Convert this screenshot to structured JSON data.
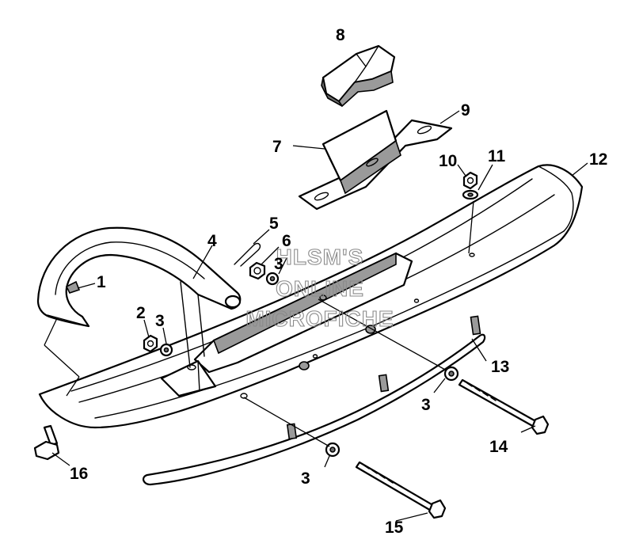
{
  "watermark": {
    "line1": "HLSM'S",
    "line2": "ONLINE",
    "line3": "MICROFICHE"
  },
  "callouts": [
    {
      "key": "c1",
      "label": "1",
      "part": "ski-handle-insert"
    },
    {
      "key": "c2",
      "label": "2",
      "part": "nut"
    },
    {
      "key": "c3a",
      "label": "3",
      "part": "washer"
    },
    {
      "key": "c4",
      "label": "4",
      "part": "ski-loop-handle"
    },
    {
      "key": "c5",
      "label": "5",
      "part": "cotter-pin"
    },
    {
      "key": "c6",
      "label": "6",
      "part": "nut"
    },
    {
      "key": "c3b",
      "label": "3",
      "part": "washer"
    },
    {
      "key": "c7",
      "label": "7",
      "part": "spindle-saddle"
    },
    {
      "key": "c8",
      "label": "8",
      "part": "rubber-cushion"
    },
    {
      "key": "c9",
      "label": "9",
      "part": "saddle-plate"
    },
    {
      "key": "c10",
      "label": "10",
      "part": "nut"
    },
    {
      "key": "c11",
      "label": "11",
      "part": "washer"
    },
    {
      "key": "c12",
      "label": "12",
      "part": "ski"
    },
    {
      "key": "c13",
      "label": "13",
      "part": "wear-bar"
    },
    {
      "key": "c3c",
      "label": "3",
      "part": "washer"
    },
    {
      "key": "c14",
      "label": "14",
      "part": "bolt"
    },
    {
      "key": "c3d",
      "label": "3",
      "part": "washer"
    },
    {
      "key": "c15",
      "label": "15",
      "part": "bolt"
    },
    {
      "key": "c16",
      "label": "16",
      "part": "flange-bolt"
    }
  ],
  "colors": {
    "line": "#000000",
    "shade": "#9a9a9a",
    "background": "#ffffff",
    "watermark": "#8a8a8a"
  }
}
